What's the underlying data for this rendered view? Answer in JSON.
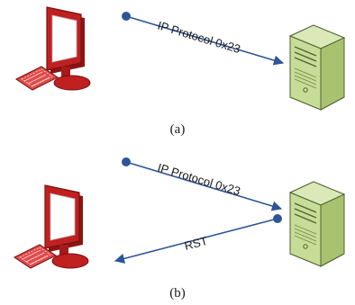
{
  "panel_a": {
    "caption": "(a)",
    "message_label": "IP Protocol 0x23"
  },
  "panel_b": {
    "caption": "(b)",
    "message_label": "IP Protocol 0x23",
    "reply_label": "RST"
  },
  "colors": {
    "arrow": "#2e5597",
    "computer_red": "#c02020",
    "screen": "#ffffff",
    "keyboard": "#e04b4b",
    "server_green": "#c6dc97",
    "server_shadow": "#8ea85a"
  },
  "icons": [
    "computer-icon",
    "server-icon"
  ]
}
